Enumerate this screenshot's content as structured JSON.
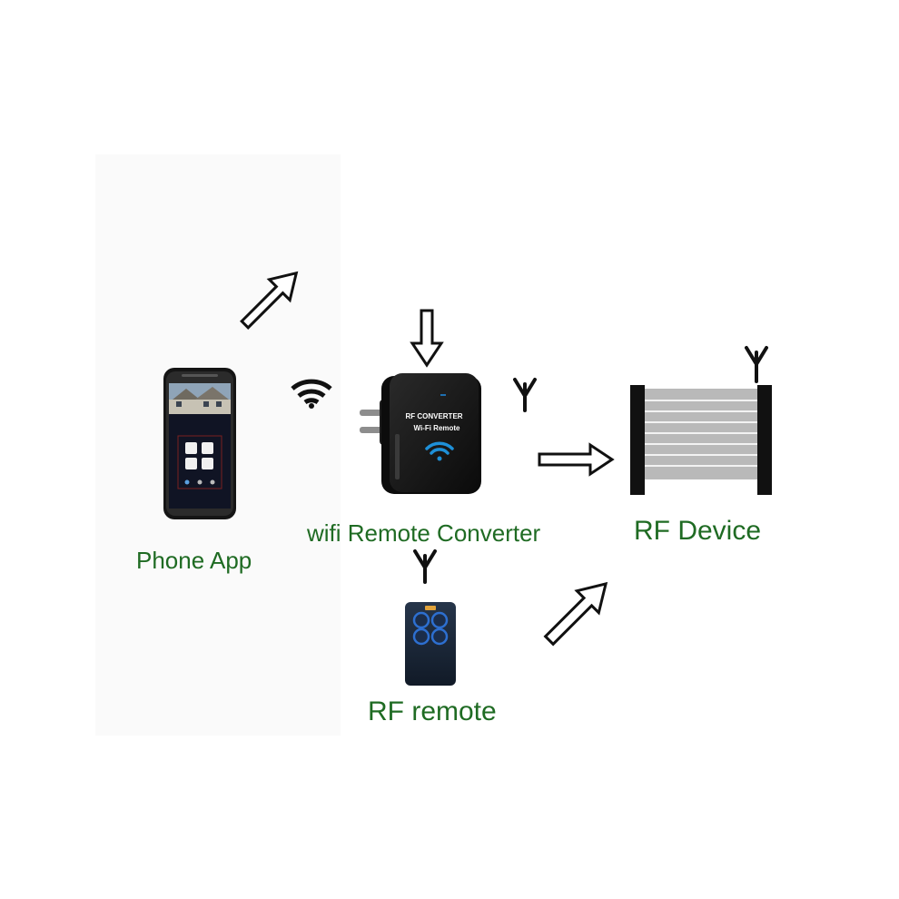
{
  "nodes": {
    "phone": {
      "label": "Phone App"
    },
    "converter": {
      "label": "wifi Remote Converter",
      "device_text_line1": "RF CONVERTER",
      "device_text_line2": "Wi-Fi  Remote"
    },
    "rf_device": {
      "label": "RF Device"
    },
    "rf_remote": {
      "label": "RF remote"
    }
  },
  "colors": {
    "label_green": "#1f6b23",
    "device_black": "#141414",
    "wifi_blue": "#1e90d8",
    "door_slat_gray": "#b9b9b9"
  },
  "icons": [
    "wifi-signal-icon",
    "antenna-icon",
    "outline-arrow-icon"
  ]
}
